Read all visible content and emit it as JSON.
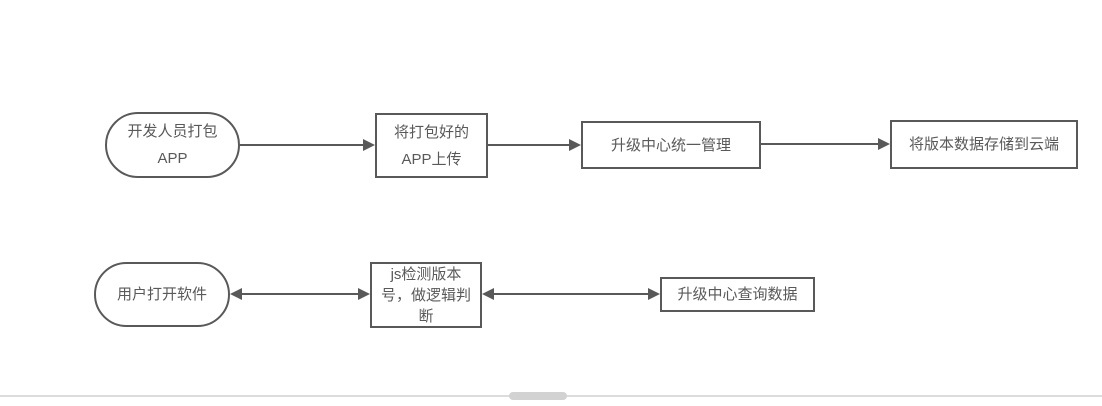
{
  "diagram": {
    "type": "flowchart",
    "background": "#ffffff",
    "nodes": {
      "dev_package": {
        "shape": "terminator",
        "lines": [
          "开发人员打包",
          "APP"
        ],
        "full_text": "开发人员打包 APP"
      },
      "upload_app": {
        "shape": "rect",
        "lines": [
          "将打包好的",
          "APP上传"
        ],
        "full_text": "将打包好的 APP上传"
      },
      "upgrade_center_manage": {
        "shape": "rect",
        "lines": [
          "升级中心统一管理"
        ],
        "full_text": "升级中心统一管理"
      },
      "store_cloud": {
        "shape": "rect",
        "lines": [
          "将版本数据存储到云端"
        ],
        "full_text": "将版本数据存储到云端"
      },
      "user_open": {
        "shape": "terminator",
        "lines": [
          "用户打开软件"
        ],
        "full_text": "用户打开软件"
      },
      "js_check": {
        "shape": "rect",
        "lines": [
          "js检测版本",
          "号，做逻辑判",
          "断"
        ],
        "full_text": "js检测版本号，做逻辑判断"
      },
      "upgrade_center_query": {
        "shape": "rect",
        "lines": [
          "升级中心查询数据"
        ],
        "full_text": "升级中心查询数据"
      }
    },
    "edges": [
      {
        "from": "dev_package",
        "to": "upload_app",
        "style": "single-arrow-right"
      },
      {
        "from": "upload_app",
        "to": "upgrade_center_manage",
        "style": "single-arrow-right"
      },
      {
        "from": "upgrade_center_manage",
        "to": "store_cloud",
        "style": "single-arrow-right"
      },
      {
        "from": "user_open",
        "to": "js_check",
        "style": "double-arrow"
      },
      {
        "from": "js_check",
        "to": "upgrade_center_query",
        "style": "double-arrow"
      }
    ]
  },
  "colors": {
    "shape_border": "#595959",
    "shape_fill": "#ffffff",
    "text": "#595959",
    "arrow": "#595959",
    "scrollbar_track": "#dcdcdc",
    "scrollbar_thumb": "#d2d2d2"
  },
  "scrollbar": {
    "orientation": "horizontal",
    "position": "bottom"
  }
}
